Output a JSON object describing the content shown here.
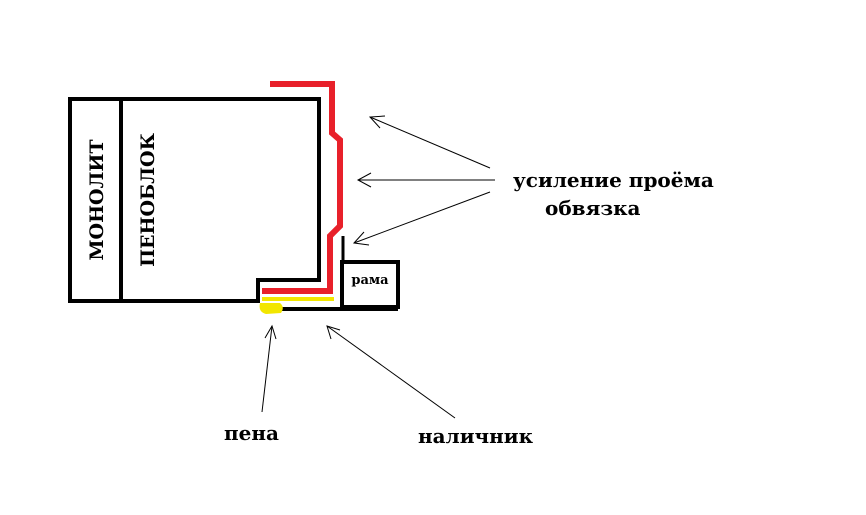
{
  "labels": {
    "monolith": "МОНОЛИТ",
    "foam_block": "ПЕНОБЛОК",
    "frame": "рама",
    "reinforcement": "усиление проёма",
    "binding": "обвязка",
    "foam": "пена",
    "trim": "наличник"
  },
  "colors": {
    "outline": "#000000",
    "reinforcement": "#e8202a",
    "foam": "#f2e600",
    "background": "#ffffff"
  }
}
